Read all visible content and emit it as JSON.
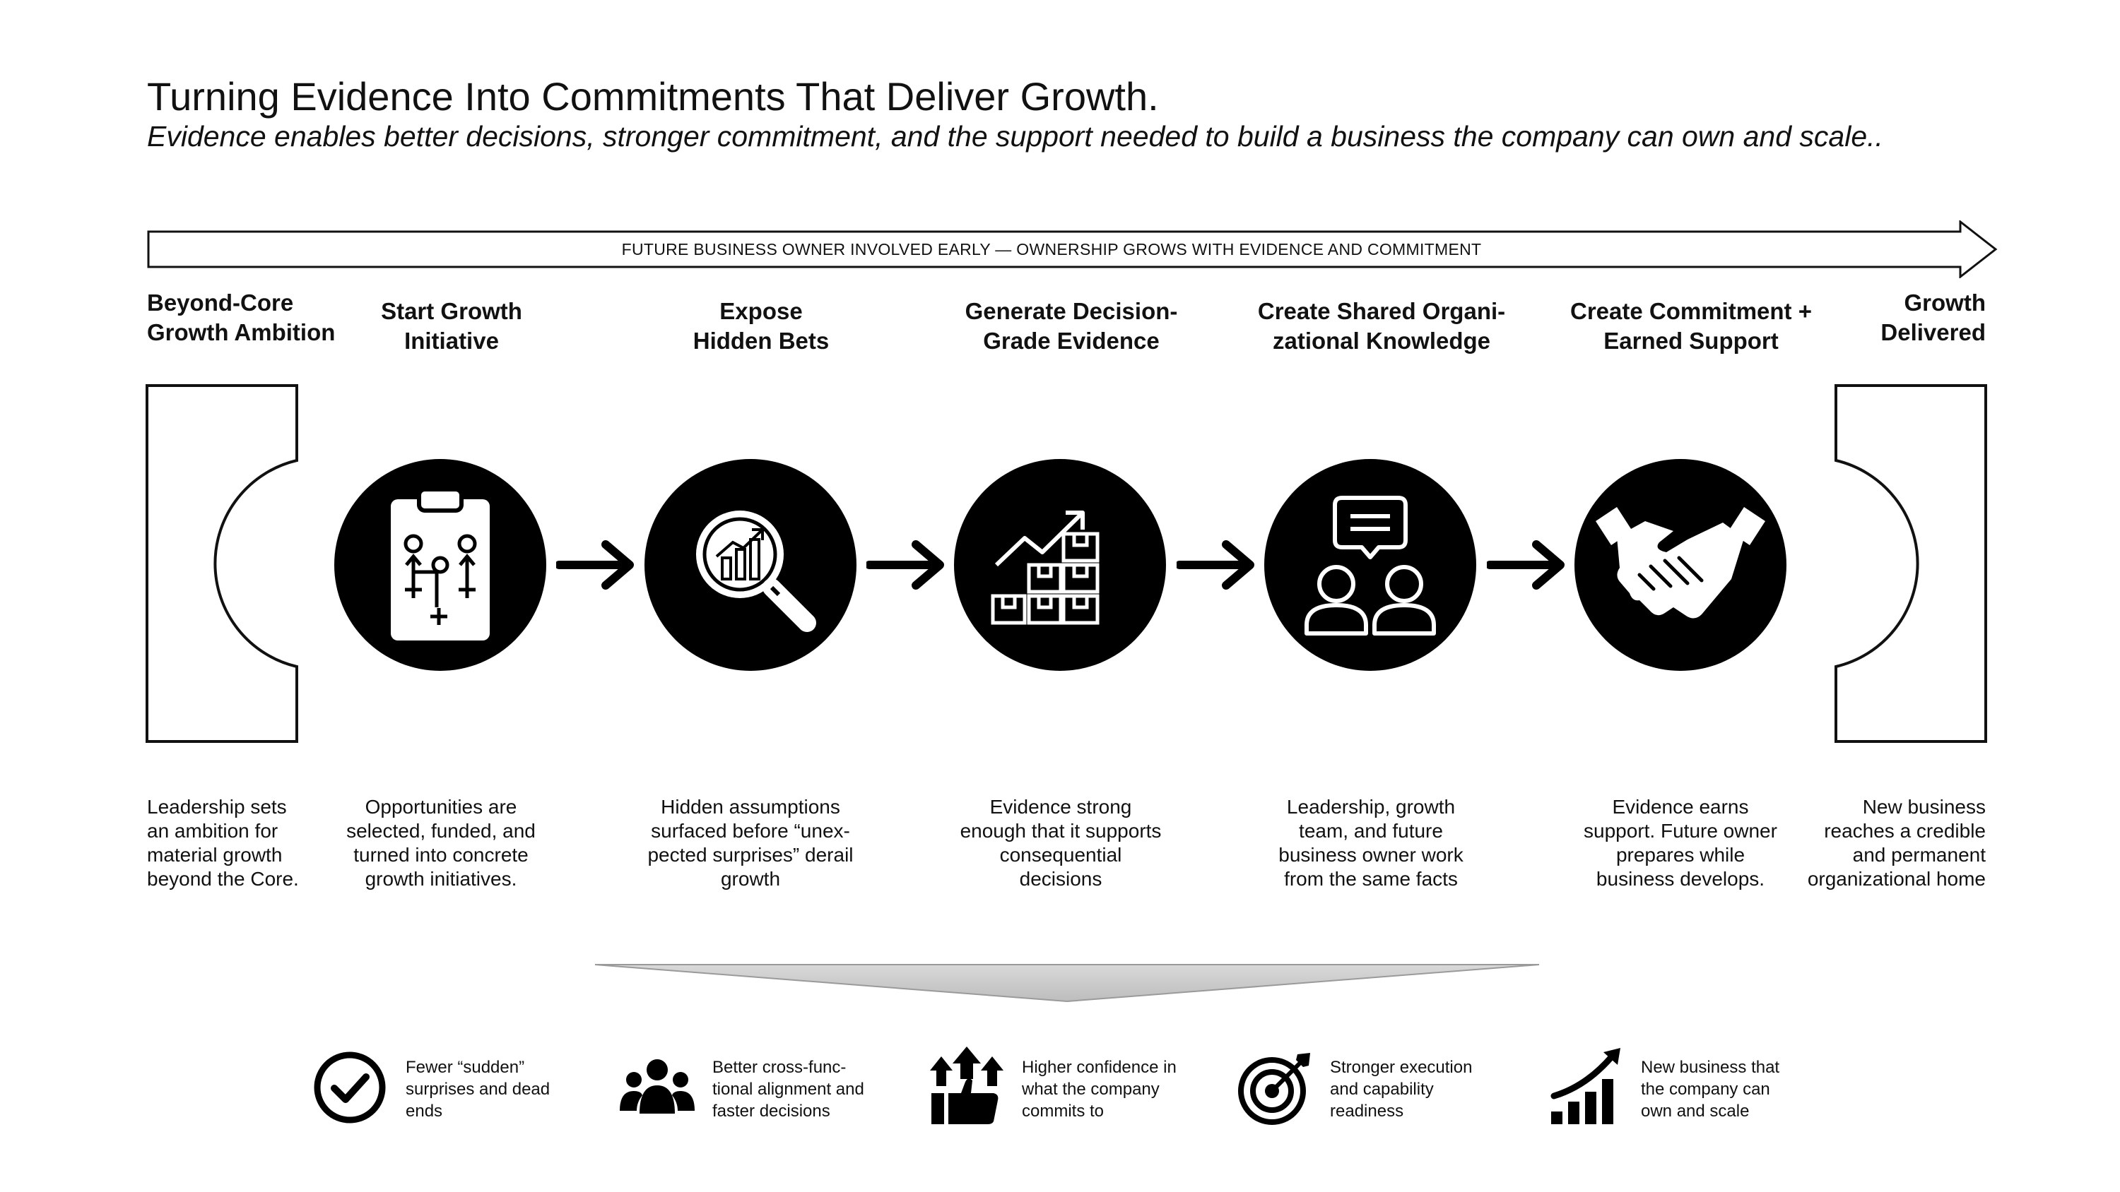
{
  "title": "Turning Evidence Into Commitments That Deliver Growth.",
  "subtitle": "Evidence enables better decisions, stronger commitment, and the support needed to build a business the company can own and scale..",
  "banner": {
    "text": "FUTURE BUSINESS OWNER INVOLVED EARLY — OWNERSHIP GROWS WITH EVIDENCE AND COMMITMENT"
  },
  "stages": [
    {
      "heading": [
        "Beyond-Core",
        "Growth Ambition"
      ],
      "description": [
        "Leadership sets",
        "an ambition for",
        "material growth",
        "beyond the Core."
      ],
      "icon": "left-bracket-shape"
    },
    {
      "heading": [
        "Start Growth",
        "Initiative"
      ],
      "description": [
        "Opportunities are",
        "selected, funded, and",
        "turned into concrete",
        "growth initiatives."
      ],
      "icon": "clipboard-strategy-icon"
    },
    {
      "heading": [
        "Expose",
        "Hidden Bets"
      ],
      "description": [
        "Hidden assumptions",
        "surfaced before “unex-",
        "pected surprises” derail",
        "growth"
      ],
      "icon": "magnifier-chart-icon"
    },
    {
      "heading": [
        "Generate Decision-",
        "Grade Evidence"
      ],
      "description": [
        "Evidence strong",
        "enough that it supports",
        "consequential",
        "decisions"
      ],
      "icon": "growth-boxes-icon"
    },
    {
      "heading": [
        "Create Shared Organi-",
        "zational Knowledge"
      ],
      "description": [
        "Leadership, growth",
        "team, and future",
        "business owner work",
        "from the same facts"
      ],
      "icon": "people-chat-icon"
    },
    {
      "heading": [
        "Create Commitment +",
        "Earned Support"
      ],
      "description": [
        "Evidence earns",
        "support. Future owner",
        "prepares while",
        "business develops."
      ],
      "icon": "handshake-icon"
    },
    {
      "heading": [
        "Growth",
        "Delivered"
      ],
      "description": [
        "New business",
        "reaches a credible",
        "and permanent",
        "organizational home"
      ],
      "icon": "right-bracket-shape"
    }
  ],
  "benefits": [
    {
      "text": [
        "Fewer “sudden”",
        "surprises and dead",
        "ends"
      ],
      "icon": "checkmark-circle-icon"
    },
    {
      "text": [
        "Better cross-func-",
        "tional alignment and",
        "faster decisions"
      ],
      "icon": "group-icon"
    },
    {
      "text": [
        "Higher confidence in",
        "what the company",
        "commits to"
      ],
      "icon": "thumbs-up-arrows-icon"
    },
    {
      "text": [
        "Stronger execution",
        "and capability",
        "readiness"
      ],
      "icon": "target-icon"
    },
    {
      "text": [
        "New business that",
        "the company can",
        "own and scale"
      ],
      "icon": "growth-bars-icon"
    }
  ]
}
